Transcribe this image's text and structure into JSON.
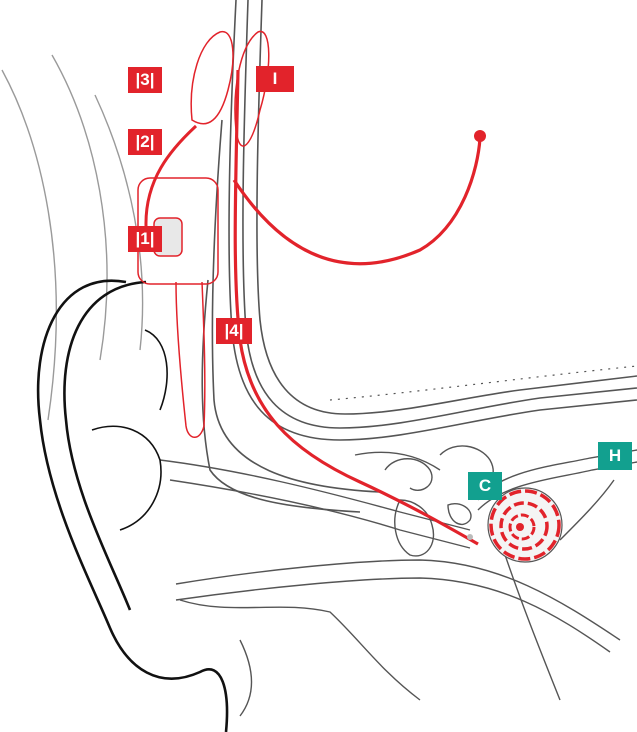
{
  "labels": {
    "label_3": "|3|",
    "label_2": "|2|",
    "label_1": "|1|",
    "label_4": "|4|",
    "label_i": "I",
    "label_c": "C",
    "label_h": "H"
  },
  "colors": {
    "implant_red": "#e2232b",
    "anatomy_teal": "#12a08f",
    "outline_gray": "#555555",
    "faint_gray": "#9a9a9a",
    "ear_black": "#111111"
  }
}
